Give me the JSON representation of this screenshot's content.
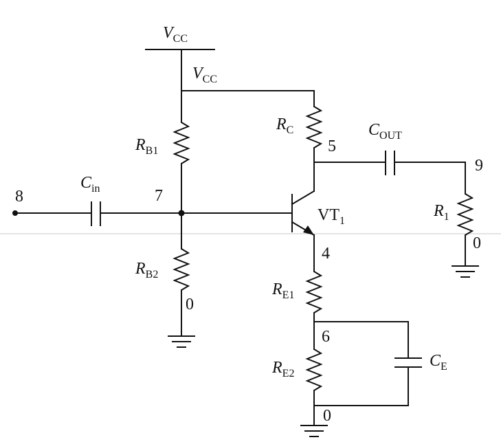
{
  "supply": {
    "main_symbol": "V",
    "main_sub": "CC",
    "rail_symbol": "V",
    "rail_sub": "CC"
  },
  "components": {
    "rb1": {
      "symbol": "R",
      "sub": "B1"
    },
    "rb2": {
      "symbol": "R",
      "sub": "B2"
    },
    "rc": {
      "symbol": "R",
      "sub": "C"
    },
    "re1": {
      "symbol": "R",
      "sub": "E1"
    },
    "re2": {
      "symbol": "R",
      "sub": "E2"
    },
    "r1": {
      "symbol": "R",
      "sub": "1"
    },
    "cin": {
      "symbol": "C",
      "sub": "in"
    },
    "cout": {
      "symbol": "C",
      "sub": "OUT"
    },
    "ce": {
      "symbol": "C",
      "sub": "E"
    },
    "vt1": {
      "symbol": "VT",
      "sub": "1"
    }
  },
  "nodes": {
    "n8": "8",
    "n7": "7",
    "n5": "5",
    "n9": "9",
    "n4": "4",
    "n6": "6",
    "n0_rb2": "0",
    "n0_r1": "0",
    "n0_bottom": "0"
  }
}
